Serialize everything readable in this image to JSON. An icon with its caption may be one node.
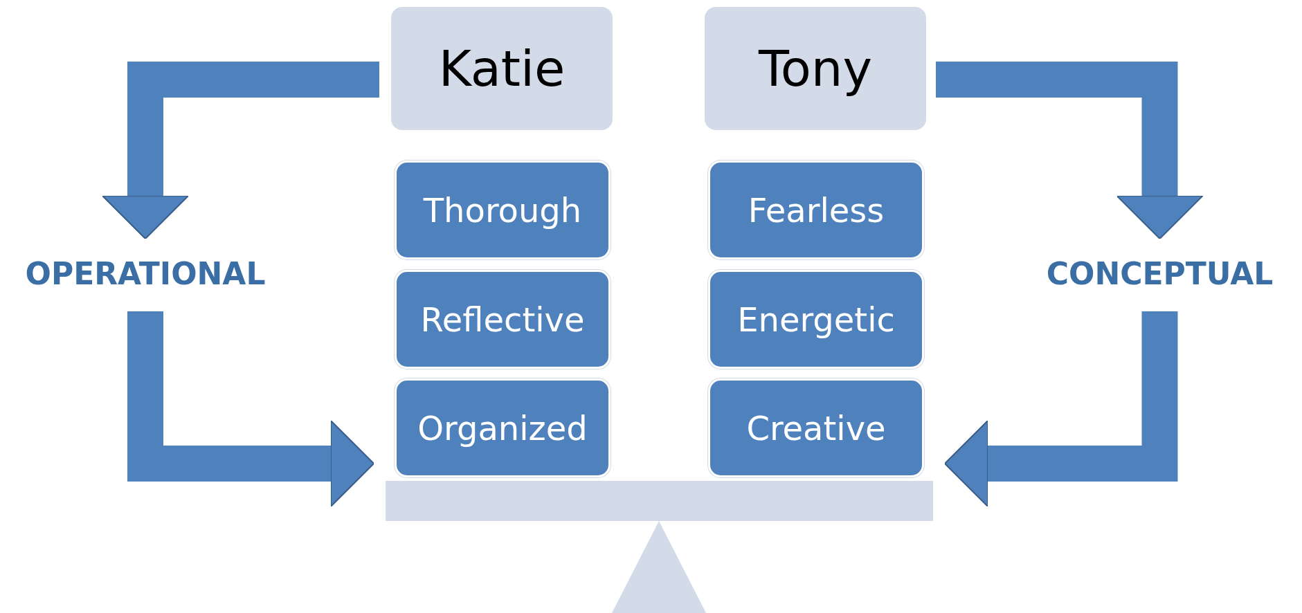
{
  "diagram": {
    "nodes": [
      {
        "text": [
          "Katie"
        ]
      },
      {
        "text": [
          "Tony"
        ]
      },
      {
        "text": [
          "Thorough"
        ]
      },
      {
        "text": [
          "Reflective"
        ]
      },
      {
        "text": [
          "Organized"
        ]
      },
      {
        "text": [
          "Fearless"
        ]
      },
      {
        "text": [
          "Energetic"
        ]
      },
      {
        "text": [
          "Creative"
        ]
      },
      {
        "text": [
          "OPERATIONAL"
        ]
      },
      {
        "text": [
          "CONCEPTUAL"
        ]
      },
      {
        "text": [],
        "shape": "bar"
      },
      {
        "text": [],
        "shape": "triangle"
      }
    ],
    "edges": [
      {
        "from": 0,
        "to": 8,
        "arrow": "to"
      },
      {
        "from": 8,
        "to": 10,
        "arrow": "to"
      },
      {
        "from": 1,
        "to": 9,
        "arrow": "to"
      },
      {
        "from": 9,
        "to": 10,
        "arrow": "to"
      }
    ]
  }
}
